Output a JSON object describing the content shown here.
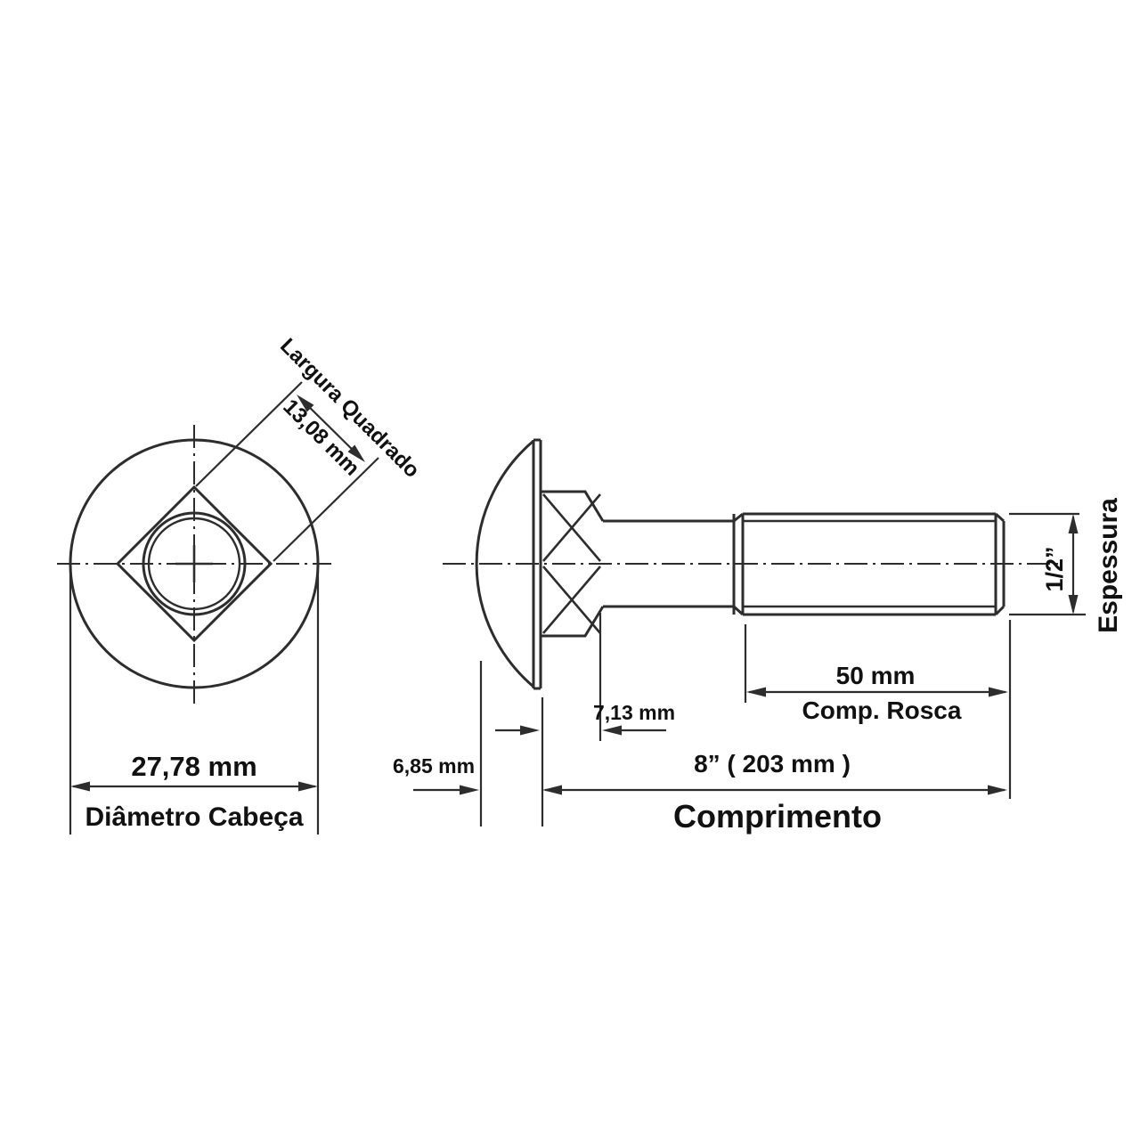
{
  "drawing": {
    "background": "#ffffff",
    "line_color": "#2d2d2d",
    "text_color": "#111111",
    "dimensions": {
      "square_width": {
        "value": "13,08 mm",
        "label": "Largura Quadrado"
      },
      "head_diameter": {
        "value": "27,78 mm",
        "label": "Diâmetro Cabeça"
      },
      "head_height": {
        "value": "6,85 mm"
      },
      "neck_length": {
        "value": "7,13 mm"
      },
      "thread_length": {
        "value": "50 mm",
        "label": "Comp. Rosca"
      },
      "total_length": {
        "value": "8” ( 203 mm )",
        "label": "Comprimento"
      },
      "thickness": {
        "value": "1/2”",
        "label": "Espessura"
      }
    }
  }
}
